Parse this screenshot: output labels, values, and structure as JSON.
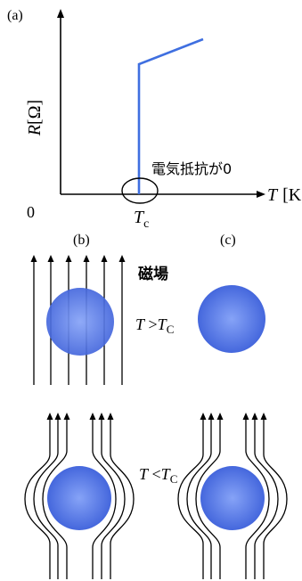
{
  "panel_a": {
    "label": "(a)",
    "ylabel_var": "R",
    "ylabel_unit": "[Ω]",
    "xlabel_var": "T",
    "xlabel_unit": "[K]",
    "origin_label": "0",
    "tc_label_var": "T",
    "tc_label_sub": "c",
    "annotation": "電気抵抗が0",
    "curve_color": "#3f6fe0"
  },
  "panel_b": {
    "label": "(b)",
    "field_label": "磁場"
  },
  "panel_c": {
    "label": "(c)"
  },
  "conditions": {
    "above": {
      "var": "T",
      "op": " >",
      "crit_var": "T",
      "crit_sub": "C"
    },
    "below": {
      "var": "T",
      "op": " <",
      "crit_var": "T",
      "crit_sub": "C"
    }
  },
  "colors": {
    "sphere_light": "#7d9cf5",
    "sphere_dark": "#3a5fd8",
    "line": "#000000"
  }
}
